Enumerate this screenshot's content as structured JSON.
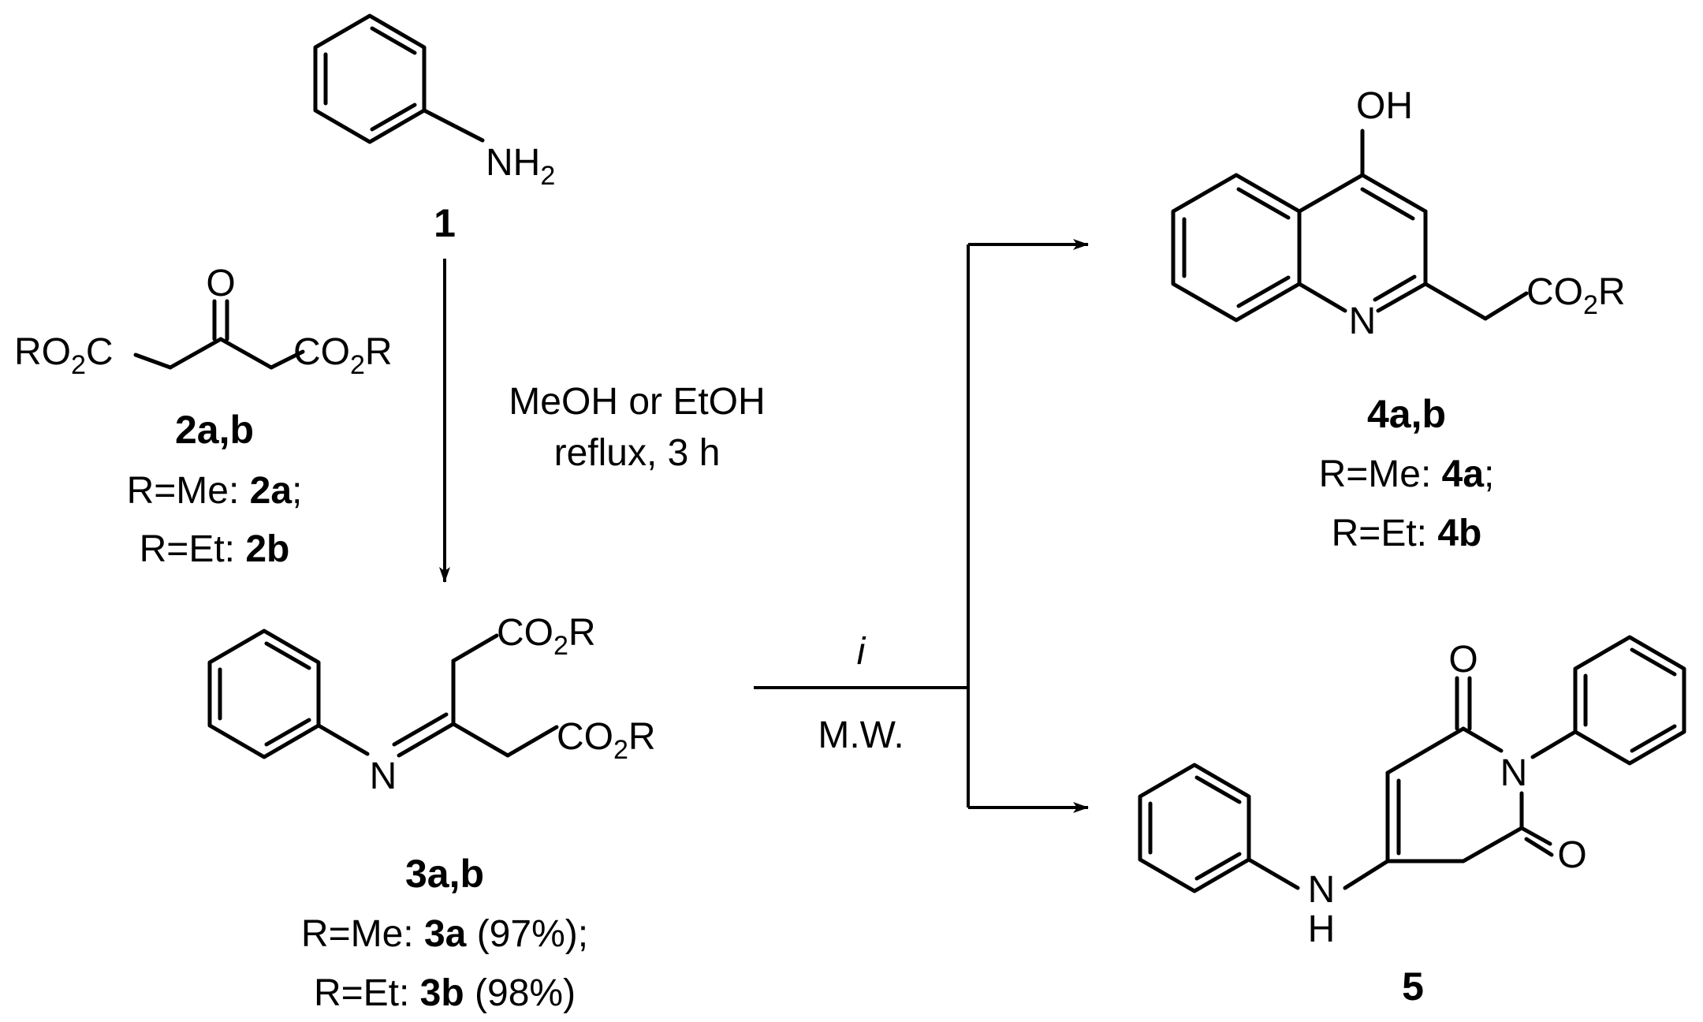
{
  "compounds": {
    "c1": {
      "label": "1",
      "nh": "NH",
      "nh_sub": "2"
    },
    "c2": {
      "label": "2a,b",
      "left_ro": "RO",
      "left_sub": "2",
      "left_c": "C",
      "carbonyl_o": "O",
      "right_co": "CO",
      "right_sub": "2",
      "right_r": "R",
      "line1_prefix": "R=Me: ",
      "line1_bold": "2a",
      "line1_suffix": ";",
      "line2_prefix": "R=Et: ",
      "line2_bold": "2b"
    },
    "c3": {
      "label": "3a,b",
      "n": "N",
      "ester_co": "CO",
      "ester_sub": "2",
      "ester_r": "R",
      "line1_prefix": "R=Me: ",
      "line1_bold": "3a",
      "line1_suffix": " (97%);",
      "line2_prefix": "R=Et: ",
      "line2_bold": "3b",
      "line2_suffix": " (98%)"
    },
    "c4": {
      "label": "4a,b",
      "oh": "OH",
      "n": "N",
      "ester_co": "CO",
      "ester_sub": "2",
      "ester_r": "R",
      "line1_prefix": "R=Me: ",
      "line1_bold": "4a",
      "line1_suffix": ";",
      "line2_prefix": "R=Et: ",
      "line2_bold": "4b"
    },
    "c5": {
      "label": "5",
      "o": "O",
      "n": "N",
      "nh_n": "N",
      "nh_h": "H"
    }
  },
  "conditions": {
    "step1_line1": "MeOH or EtOH",
    "step1_line2": "reflux, 3 h",
    "step2_above": "i",
    "step2_below": "M.W."
  }
}
